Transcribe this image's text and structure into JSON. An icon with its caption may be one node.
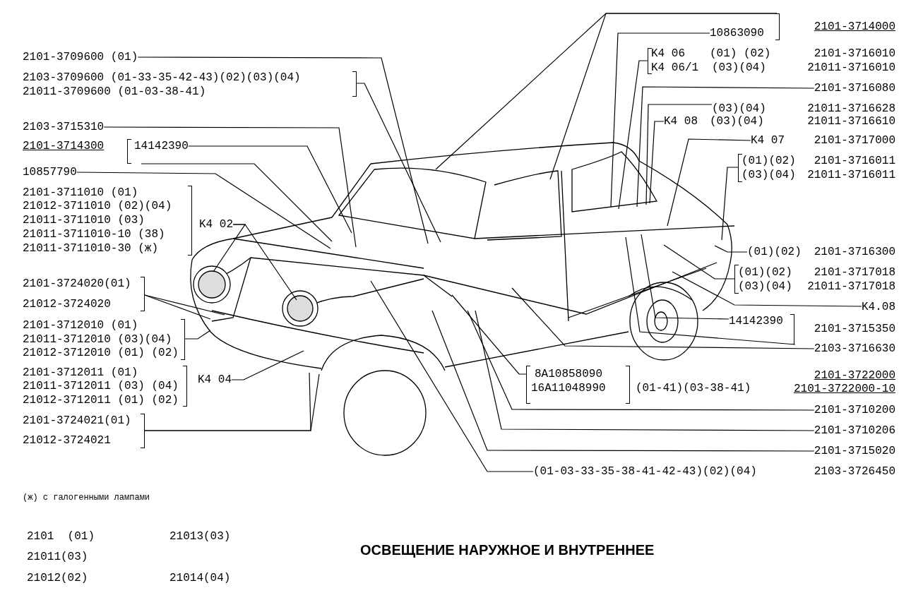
{
  "diagram": {
    "title": "ОСВЕЩЕНИЕ НАРУЖНОЕ И ВНУТРЕННЕЕ",
    "nodes": [
      {
        "text": [
          "2101-3709600 (01)"
        ]
      },
      {
        "text": [
          "2103-3709600 (01-33-35-42-43)(02)(03)(04)",
          "21011-3709600 (01-03-38-41)"
        ]
      },
      {
        "text": [
          "2103-3715310"
        ]
      },
      {
        "text": [
          "14142390"
        ]
      },
      {
        "text": [
          "10857790"
        ]
      },
      {
        "text": [
          "2101-3711010 (01)",
          "21012-3711010 (02)(04)",
          "21011-3711010 (03)",
          "21011-3711010-10 (38)",
          "21011-3711010-30 (ж)",
          "K4 02"
        ]
      },
      {
        "text": [
          "2101-3724020(01)",
          "21012-3724020"
        ]
      },
      {
        "text": [
          "2101-3712010 (01)",
          "21011-3712010 (03)(04)",
          "21012-3712010 (01) (02)"
        ]
      },
      {
        "text": [
          "2101-3712011 (01)",
          "21011-3712011 (03) (04)",
          "21012-3712011 (01) (02)",
          "K4 04"
        ]
      },
      {
        "text": [
          "2101-3724021(01)",
          "21012-3724021"
        ]
      },
      {
        "text": [
          "10863090"
        ]
      },
      {
        "text": [
          "K4 06",
          "(01) (02)",
          "2101-3716010",
          "K4 06/1",
          "(03)(04)",
          "21011-3716010"
        ]
      },
      {
        "text": [
          "2101-3716080"
        ]
      },
      {
        "text": [
          "(03)(04)",
          "21011-3716628"
        ]
      },
      {
        "text": [
          "K4 08",
          "(03)(04)",
          "21011-3716610"
        ]
      },
      {
        "text": [
          "K4 07",
          "2101-3717000"
        ]
      },
      {
        "text": [
          "(01)(02)",
          "2101-3716011",
          "(03)(04)",
          "21011-3716011"
        ]
      },
      {
        "text": [
          "(01)(02)",
          "2101-3716300"
        ]
      },
      {
        "text": [
          "(01)(02)",
          "2101-3717018",
          "(03)(04)",
          "21011-3717018"
        ]
      },
      {
        "text": [
          "K4.08"
        ]
      },
      {
        "text": [
          "14142390",
          "2101-3715350"
        ]
      },
      {
        "text": [
          "2103-3716630"
        ]
      },
      {
        "text": [
          "8A10858090",
          "16A11048990",
          "(01-41)(03-38-41)"
        ]
      },
      {
        "text": [
          "2101-3710200"
        ]
      },
      {
        "text": [
          "2101-3710206"
        ]
      },
      {
        "text": [
          "2101-3715020"
        ]
      },
      {
        "text": [
          "(01-03-33-35-38-41-42-43)(02)(04)",
          "2103-3726450"
        ]
      }
    ],
    "edges": [
      {
        "from": 0,
        "to": null,
        "arrow": "none"
      },
      {
        "from": 1,
        "to": null,
        "arrow": "none"
      },
      {
        "from": 2,
        "to": null,
        "arrow": "none"
      },
      {
        "from": 3,
        "to": null,
        "arrow": "none"
      },
      {
        "from": 3,
        "to": null,
        "arrow": "none"
      },
      {
        "from": 4,
        "to": null,
        "arrow": "none"
      },
      {
        "from": 5,
        "to": null,
        "arrow": "none"
      },
      {
        "from": 5,
        "to": null,
        "arrow": "none"
      },
      {
        "from": 6,
        "to": null,
        "arrow": "none"
      },
      {
        "from": 6,
        "to": null,
        "arrow": "none"
      },
      {
        "from": 7,
        "to": null,
        "arrow": "none"
      },
      {
        "from": 8,
        "to": null,
        "arrow": "none"
      },
      {
        "from": 9,
        "to": null,
        "arrow": "none"
      },
      {
        "from": 9,
        "to": null,
        "arrow": "none"
      },
      {
        "from": 10,
        "to": null,
        "arrow": "none"
      },
      {
        "from": 10,
        "to": null,
        "arrow": "none"
      },
      {
        "from": 10,
        "to": null,
        "arrow": "none"
      },
      {
        "from": 11,
        "to": null,
        "arrow": "none"
      },
      {
        "from": 12,
        "to": null,
        "arrow": "none"
      },
      {
        "from": 13,
        "to": null,
        "arrow": "none"
      },
      {
        "from": 14,
        "to": null,
        "arrow": "none"
      },
      {
        "from": 15,
        "to": null,
        "arrow": "none"
      },
      {
        "from": 16,
        "to": null,
        "arrow": "none"
      },
      {
        "from": 17,
        "to": null,
        "arrow": "none"
      },
      {
        "from": 18,
        "to": null,
        "arrow": "none"
      },
      {
        "from": 19,
        "to": null,
        "arrow": "none"
      },
      {
        "from": 20,
        "to": null,
        "arrow": "none"
      },
      {
        "from": 20,
        "to": null,
        "arrow": "none"
      },
      {
        "from": 21,
        "to": null,
        "arrow": "none"
      },
      {
        "from": 22,
        "to": null,
        "arrow": "none"
      },
      {
        "from": 23,
        "to": null,
        "arrow": "none"
      },
      {
        "from": 24,
        "to": null,
        "arrow": "none"
      },
      {
        "from": 25,
        "to": null,
        "arrow": "none"
      },
      {
        "from": 26,
        "to": null,
        "arrow": "none"
      }
    ],
    "labels": [
      "2101-3714000",
      "2101-3714300",
      "2101-3722000",
      "2101-3722000-10",
      "(ж) с галогенными лампами",
      "2101  (01)",
      "21013(03)",
      "21011(03)",
      "21012(02)",
      "21014(04)"
    ]
  }
}
